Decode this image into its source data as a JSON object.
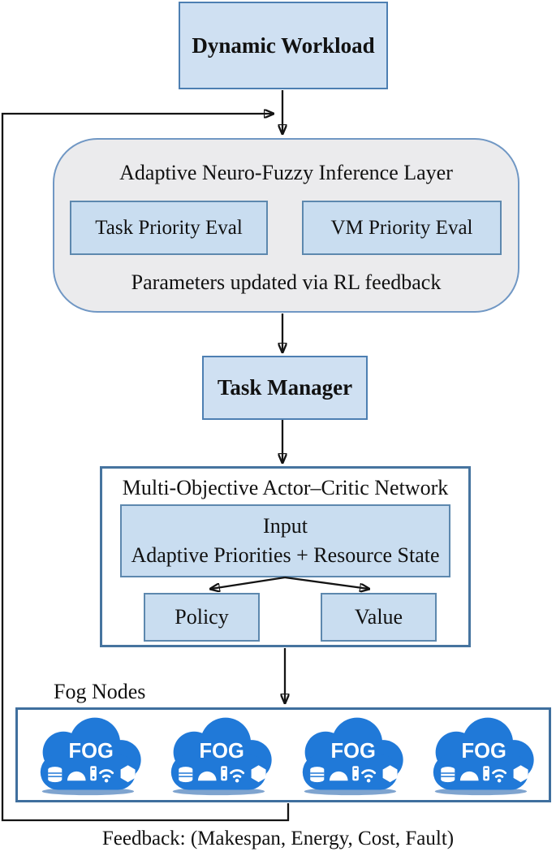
{
  "diagram": {
    "workload": {
      "label": "Dynamic Workload"
    },
    "anfis": {
      "title": "Adaptive Neuro-Fuzzy Inference Layer",
      "task_priority_label": "Task Priority Eval",
      "vm_priority_label": "VM Priority Eval",
      "note": "Parameters updated via RL feedback"
    },
    "task_manager": {
      "label": "Task Manager"
    },
    "actor_critic": {
      "title": "Multi-Objective Actor–Critic Network",
      "input_title": "Input",
      "input_subtitle": "Adaptive Priorities + Resource State",
      "policy_label": "Policy",
      "value_label": "Value"
    },
    "fog": {
      "section_label": "Fog Nodes",
      "nodes": [
        {
          "label": "FOG"
        },
        {
          "label": "FOG"
        },
        {
          "label": "FOG"
        },
        {
          "label": "FOG"
        }
      ],
      "cloud_icons": [
        "database-icon",
        "dome-icon",
        "server-icon",
        "wifi-icon",
        "shield-icon"
      ]
    },
    "feedback": {
      "caption": "Feedback: (Makespan, Energy, Cost, Fault)"
    },
    "colors": {
      "node_fill": "#cfe0f2",
      "inner_node_fill": "#c9ddf0",
      "node_border": "#4d7fb2",
      "anfis_fill": "#ebebed",
      "anfis_border": "#7097c4",
      "outer_box_border": "#3f6f9e",
      "cloud_blue": "#2079d8",
      "arrow_color": "#141414"
    }
  }
}
